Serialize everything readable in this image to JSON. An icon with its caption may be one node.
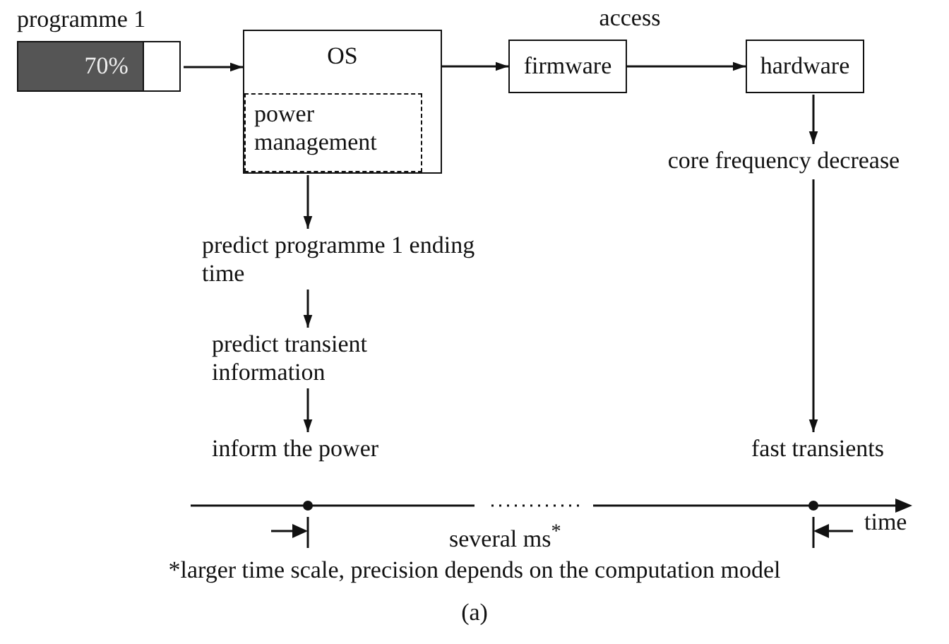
{
  "diagram": {
    "caption": "(a)",
    "nodes": [
      {
        "text": [
          "programme 1",
          "70%"
        ]
      },
      {
        "text": [
          "OS"
        ]
      },
      {
        "text": [
          "power management"
        ],
        "in": 1
      },
      {
        "text": [
          "firmware"
        ]
      },
      {
        "text": [
          "hardware"
        ]
      },
      {
        "text": [
          "core frequency decrease"
        ]
      },
      {
        "text": [
          "predict programme 1 ending time"
        ]
      },
      {
        "text": [
          "predict transient information"
        ]
      },
      {
        "text": [
          "inform the power"
        ]
      },
      {
        "text": [
          "fast transients"
        ]
      }
    ],
    "edges": [
      {
        "from": 0,
        "to": 1,
        "arrow": "to"
      },
      {
        "from": 1,
        "to": 3,
        "arrow": "to"
      },
      {
        "from": 3,
        "to": 4,
        "arrow": "to",
        "label": "access"
      },
      {
        "from": 4,
        "to": 5,
        "arrow": "to"
      },
      {
        "from": 1,
        "to": 6,
        "arrow": "to"
      },
      {
        "from": 6,
        "to": 7,
        "arrow": "to"
      },
      {
        "from": 7,
        "to": 8,
        "arrow": "to"
      },
      {
        "from": 5,
        "to": 9,
        "arrow": "to"
      }
    ],
    "labels": [
      "several ms$^{*}$",
      "time",
      "*larger time scale, precision depends on the computation model"
    ]
  }
}
